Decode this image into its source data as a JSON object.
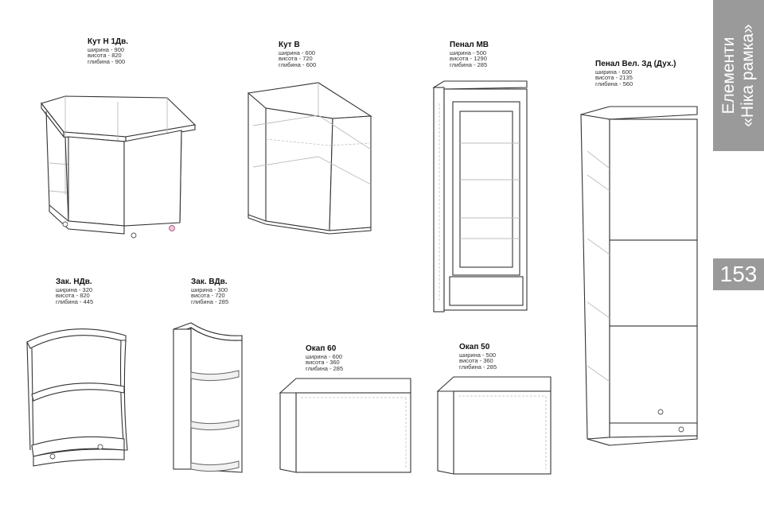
{
  "section": {
    "title_line1": "Елементи",
    "title_line2": "«Ніка рамка»",
    "page_number": "153"
  },
  "items": [
    {
      "name": "Кут Н 1Дв.",
      "width": "ширина - 900",
      "height": "висота - 820",
      "depth": "глибина - 900"
    },
    {
      "name": "Кут В",
      "width": "ширина - 600",
      "height": "висота - 720",
      "depth": "глибина - 600"
    },
    {
      "name": "Пенал МВ",
      "width": "ширина - 500",
      "height": "висота - 1290",
      "depth": "глибина - 285"
    },
    {
      "name": "Пенал Вел. Зд (Дух.)",
      "width": "ширина - 600",
      "height": "висота - 2135",
      "depth": "глибина - 560"
    },
    {
      "name": "Зак. НДв.",
      "width": "ширина - 320",
      "height": "висота - 820",
      "depth": "глибина - 445"
    },
    {
      "name": "Зак. ВДв.",
      "width": "ширина - 300",
      "height": "висота - 720",
      "depth": "глибина - 285"
    },
    {
      "name": "Окап 60",
      "width": "ширина - 600",
      "height": "висота - 360",
      "depth": "глибина - 285"
    },
    {
      "name": "Окап 50",
      "width": "ширина - 500",
      "height": "висота - 360",
      "depth": "глибина - 285"
    }
  ]
}
